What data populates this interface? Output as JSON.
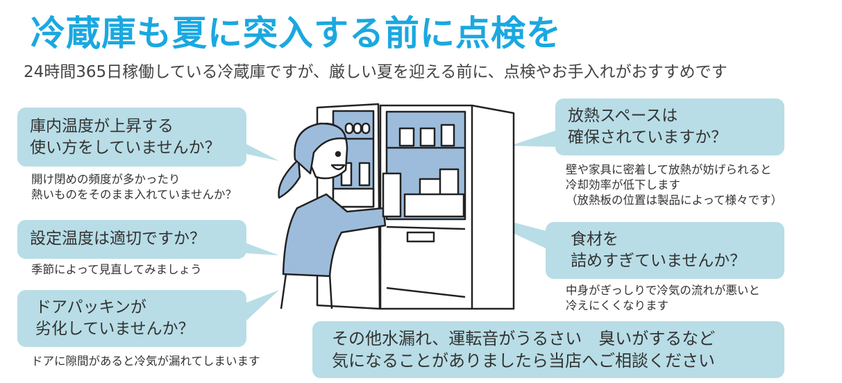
{
  "title": "冷蔵庫も夏に突入する前に点検を",
  "subtitle": "24時間365日稼働している冷蔵庫ですが、厳しい夏を迎える前に、点検やお手入れがおすすめです",
  "left": [
    {
      "bubble": [
        "庫内温度が上昇する",
        "使い方をしていませんか？"
      ],
      "note": [
        "開け閉めの頻度が多かったり",
        "熱いものをそのまま入れていませんか？"
      ]
    },
    {
      "bubble": [
        "設定温度は適切ですか？"
      ],
      "note": [
        "季節によって見直してみましょう"
      ]
    },
    {
      "bubble": [
        "ドアパッキンが",
        "劣化していませんか？"
      ],
      "note": [
        "ドアに隙間があると冷気が漏れてしまいます"
      ]
    }
  ],
  "right": [
    {
      "bubble": [
        "放熱スペースは",
        "確保されていますか？"
      ],
      "note": [
        "壁や家具に密着して放熱が妨げられると",
        "冷却効率が低下します",
        "（放熱板の位置は製品によって様々です）"
      ]
    },
    {
      "bubble": [
        "食材を",
        "詰めすぎていませんか？"
      ],
      "note": [
        "中身がぎっしりで冷気の流れが悪いと",
        "冷えにくくなります"
      ]
    }
  ],
  "bottom": [
    "その他水漏れ、運転音がうるさい　臭いがするなど",
    "気になることがありましたら当店へご相談ください"
  ],
  "colors": {
    "title": "#1aa8e0",
    "bubble": "#b8dde6",
    "illustration_fill": "#9dbcdc"
  }
}
